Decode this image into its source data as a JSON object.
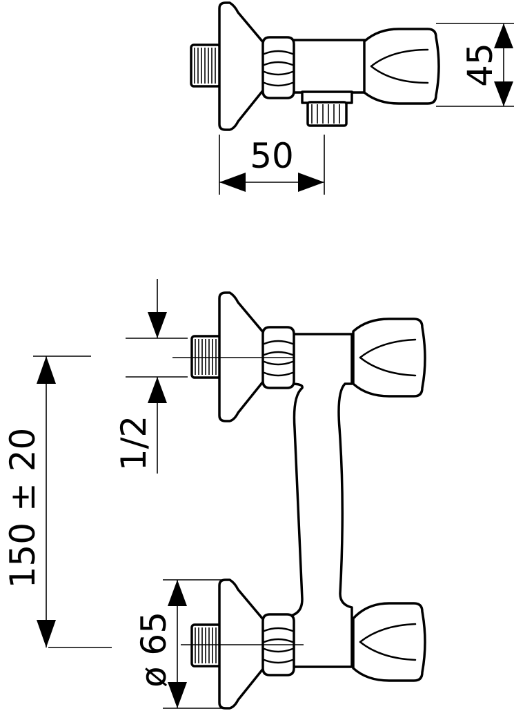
{
  "drawing": {
    "top_view": {
      "depth_dimension": "50",
      "height_dimension": "45"
    },
    "front_view": {
      "thread_dimension": "1/2",
      "center_distance_dimension": "150 ± 20",
      "flange_diameter_dimension": "ø 65"
    }
  }
}
